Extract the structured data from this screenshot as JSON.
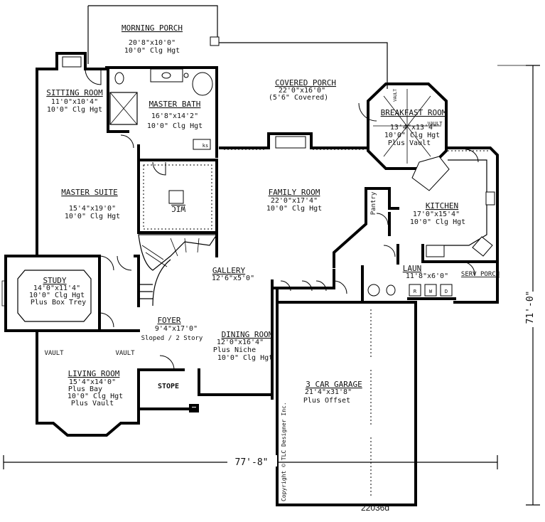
{
  "rooms": {
    "morning_porch": {
      "name": "MORNING PORCH",
      "dim": "20'8\"x10'0\"",
      "note": "10'0\" Clg Hgt"
    },
    "sitting_room": {
      "name": "SITTING ROOM",
      "dim": "11'0\"x10'4\"",
      "note": "10'0\" Clg Hgt"
    },
    "master_bath": {
      "name": "MASTER BATH",
      "dim": "16'8\"x14'2\"",
      "note": "10'0\" Clg Hgt"
    },
    "covered_porch": {
      "name": "COVERED PORCH",
      "dim": "22'0\"x16'0\"",
      "note": "(5'6\" Covered)"
    },
    "breakfast_room": {
      "name": "BREAKFAST ROOM",
      "dim": "13'4\"x13'4\"",
      "note": "10'0\" Clg Hgt",
      "extra": "Plus Vault"
    },
    "master_suite": {
      "name": "MASTER SUITE",
      "dim": "15'4\"x19'0\"",
      "note": "10'0\" Clg Hgt"
    },
    "family_room": {
      "name": "FAMILY ROOM",
      "dim": "22'0\"x17'4\"",
      "note": "10'0\" Clg Hgt"
    },
    "kitchen": {
      "name": "KITCHEN",
      "dim": "17'0\"x15'4\"",
      "note": "10'0\" Clg Hgt"
    },
    "wic": {
      "name": "WIC"
    },
    "pantry": {
      "name": "Pantry"
    },
    "gallery": {
      "name": "GALLERY",
      "dim": "12'6\"x5'0\""
    },
    "laun": {
      "name": "LAUN",
      "dim": "11'8\"x6'0\""
    },
    "serv_porch": {
      "name": "SERV PORCH"
    },
    "study": {
      "name": "STUDY",
      "dim": "14'0\"x11'4\"",
      "note": "10'0\" Clg Hgt",
      "extra": "Plus Box Trey"
    },
    "foyer": {
      "name": "FOYER",
      "dim": "9'4\"x17'0\"",
      "note": "Sloped / 2 Story"
    },
    "dining_room": {
      "name": "DINING ROOM",
      "dim": "12'0\"x16'4\"",
      "note": "Plus Niche",
      "extra": "10'0\" Clg Hgt"
    },
    "living_room": {
      "name": "LIVING ROOM",
      "dim": "15'4\"x14'0\"",
      "note": "Plus Bay",
      "extra": "10'0\" Clg Hgt",
      "extra2": "Plus Vault"
    },
    "stope": {
      "name": "STOPE"
    },
    "garage": {
      "name": "3 CAR GARAGE",
      "dim": "21'4\"x31'8\"",
      "note": "Plus Offset"
    }
  },
  "marks": {
    "vault_left": "VAULT",
    "vault_right": "VAULT",
    "vault_breakfast_top": "VAULT",
    "vault_breakfast_right": "VAULT",
    "ks": "ks",
    "washer": "W",
    "dryer": "D",
    "sink_r": "R"
  },
  "dimensions": {
    "width_total": "77'-8\"",
    "depth_total": "71'-0\""
  },
  "copyright": "Copyright © TLC Designer Inc.",
  "plan_number": "22036d"
}
